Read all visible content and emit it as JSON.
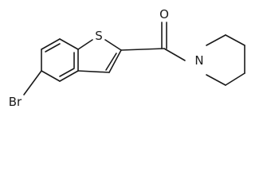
{
  "molecule": {
    "atoms": {
      "sulfur": "S",
      "oxygen": "O",
      "nitrogen": "N",
      "bromine": "Br"
    }
  }
}
